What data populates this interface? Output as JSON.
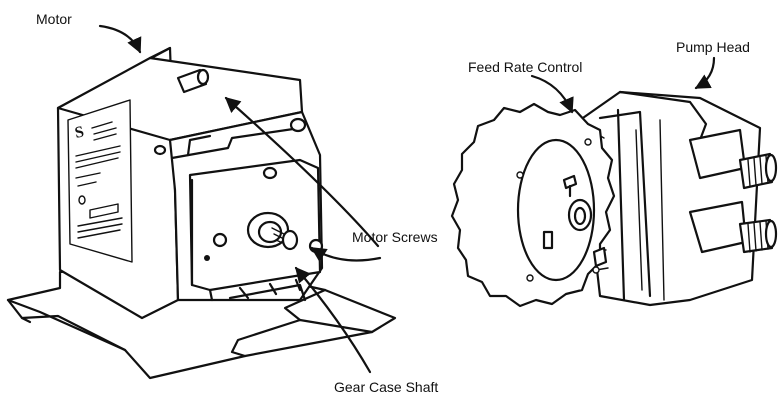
{
  "labels": {
    "motor": "Motor",
    "motor_screws": "Motor Screws",
    "gear_case_shaft": "Gear Case Shaft",
    "feed_rate_control": "Feed Rate Control",
    "pump_head": "Pump Head"
  },
  "colors": {
    "ink": "#111111",
    "background": "#ffffff"
  }
}
